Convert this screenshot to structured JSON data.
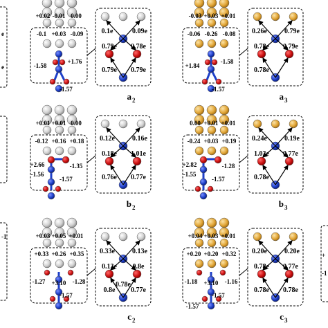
{
  "colors": {
    "silver": "#d4d4d4",
    "gold": "#e3a83a",
    "red": "#cc1111",
    "blue": "#1e3fc8"
  },
  "panels": {
    "a2": {
      "label": "a",
      "sub": "2",
      "top_charges": [
        "+0.02",
        "-0.01",
        "0.00"
      ],
      "box_charges": [
        "-0.1",
        "+0.03",
        "-0.09"
      ],
      "side_charges": [
        "-1.58",
        "+1.76",
        "-1.57"
      ],
      "detail": [
        "0.1e",
        "0.09e",
        "0.79e",
        "0.78e",
        "0.79e",
        "0.79e"
      ]
    },
    "a3": {
      "label": "a",
      "sub": "3",
      "top_charges": [
        "-0.03",
        "+0.03",
        "+0.01"
      ],
      "box_charges": [
        "-0.06",
        "-0.26",
        "-0.08"
      ],
      "side_charges": [
        "+1.84",
        "-1.58",
        "-1.57"
      ],
      "detail": [
        "0.26e",
        "0.79e",
        "0.78e",
        "0.79e",
        "0.78e"
      ]
    },
    "b2": {
      "label": "b",
      "sub": "2",
      "top_charges": [
        "+0.01",
        "+0.01",
        "0.00"
      ],
      "box_charges": [
        "-0.12",
        "+0.16",
        "+0.18"
      ],
      "side_charges": [
        "+2.66",
        "-1.35",
        "-1.56",
        "-1.57"
      ],
      "detail": [
        "0.12e",
        "0.16e",
        "0.18e",
        "1.01e",
        "0.76e",
        "0.77e"
      ]
    },
    "b3": {
      "label": "b",
      "sub": "3",
      "top_charges": [
        "0.00",
        "+0.01",
        "+0.01"
      ],
      "box_charges": [
        "-0.24",
        "+0.03",
        "+0.19"
      ],
      "side_charges": [
        "+2.82",
        "-1.28",
        "-1.55",
        "-1.57"
      ],
      "detail": [
        "0.24e",
        "0.19e",
        "1.03e",
        "0.77e",
        "0.78e"
      ]
    },
    "c2": {
      "label": "c",
      "sub": "2",
      "top_charges": [
        "+0.03",
        "+0.05",
        "+0.01"
      ],
      "box_charges": [
        "+0.33",
        "+0.26",
        "+0.35"
      ],
      "side_charges": [
        "-1.27",
        "+3.10",
        "-1.28",
        "-1.57"
      ],
      "detail": [
        "0.33e",
        "0.13e",
        "0.13e",
        "0.8e",
        "0.8e",
        "0.77e",
        "0.78e"
      ]
    },
    "c3": {
      "label": "c",
      "sub": "3",
      "top_charges": [
        "+0.04",
        "+0.03",
        "+0.01"
      ],
      "box_charges": [
        "+0.20",
        "+0.20",
        "+0.32"
      ],
      "side_charges": [
        "-1.18",
        "+3.10",
        "-1.16",
        "-1.57",
        "-1.57"
      ],
      "detail": [
        "0.20e",
        "0.20e",
        "0.78e",
        "0.77e",
        "0.78e",
        "0.78e"
      ]
    }
  },
  "edge_fragments": {
    "left": [
      "e",
      "e",
      "+",
      "+",
      "-1"
    ],
    "right": [
      "+",
      "-1"
    ]
  }
}
